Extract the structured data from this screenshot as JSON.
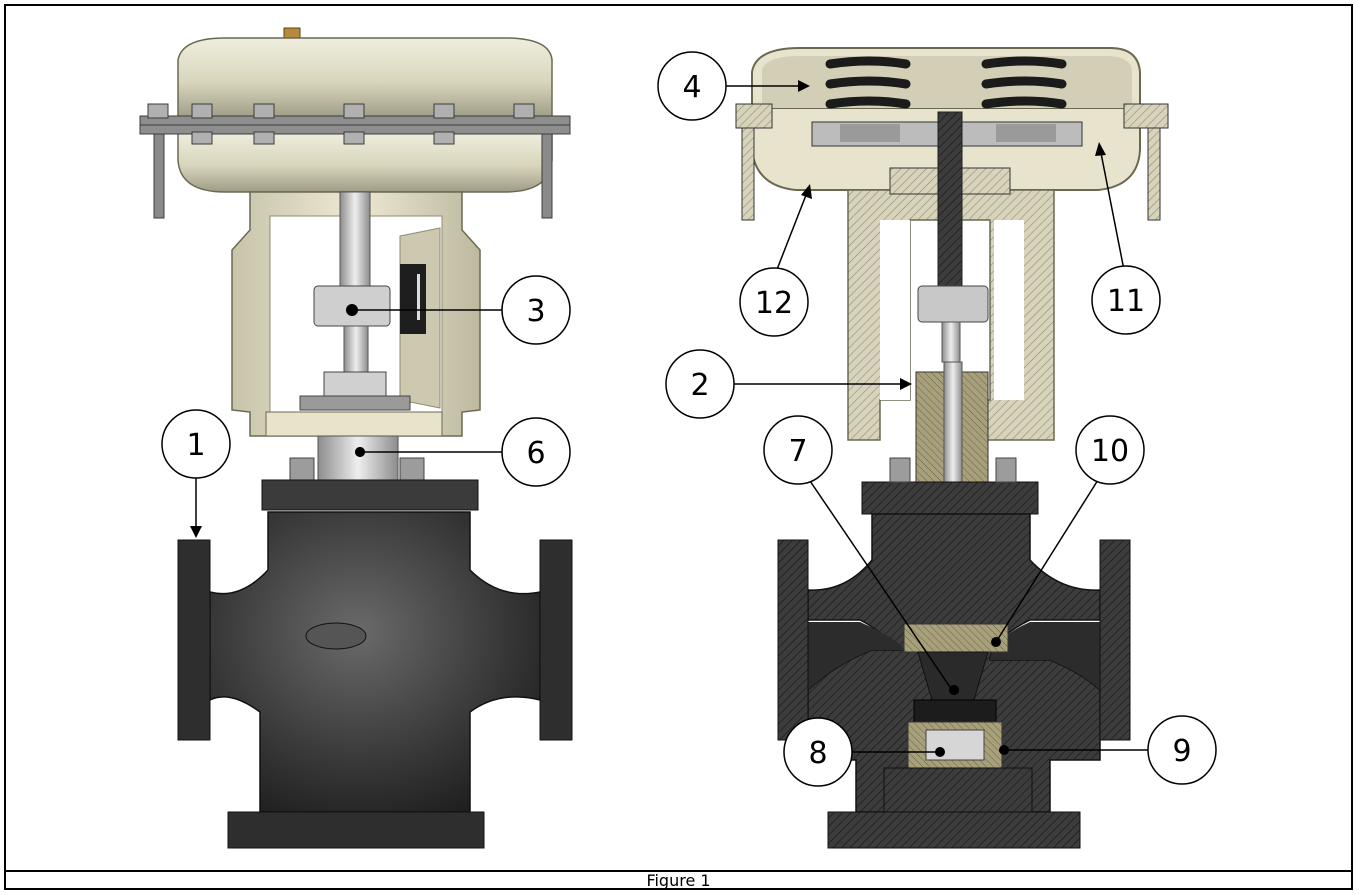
{
  "caption": "Figure 1",
  "callouts": [
    {
      "id": "1",
      "label": "1"
    },
    {
      "id": "3",
      "label": "3"
    },
    {
      "id": "6",
      "label": "6"
    },
    {
      "id": "4",
      "label": "4"
    },
    {
      "id": "12",
      "label": "12"
    },
    {
      "id": "11",
      "label": "11"
    },
    {
      "id": "2",
      "label": "2"
    },
    {
      "id": "7",
      "label": "7"
    },
    {
      "id": "10",
      "label": "10"
    },
    {
      "id": "8",
      "label": "8"
    },
    {
      "id": "9",
      "label": "9"
    }
  ],
  "colors": {
    "actuator": "#d9d6bd",
    "actuator_shade": "#a9a68e",
    "yoke": "#e3dfc7",
    "body": "#3c3c3c",
    "body_dark": "#1f1f1f",
    "section_hatch": "#6f6b58",
    "steel": "#c9c9c9"
  }
}
